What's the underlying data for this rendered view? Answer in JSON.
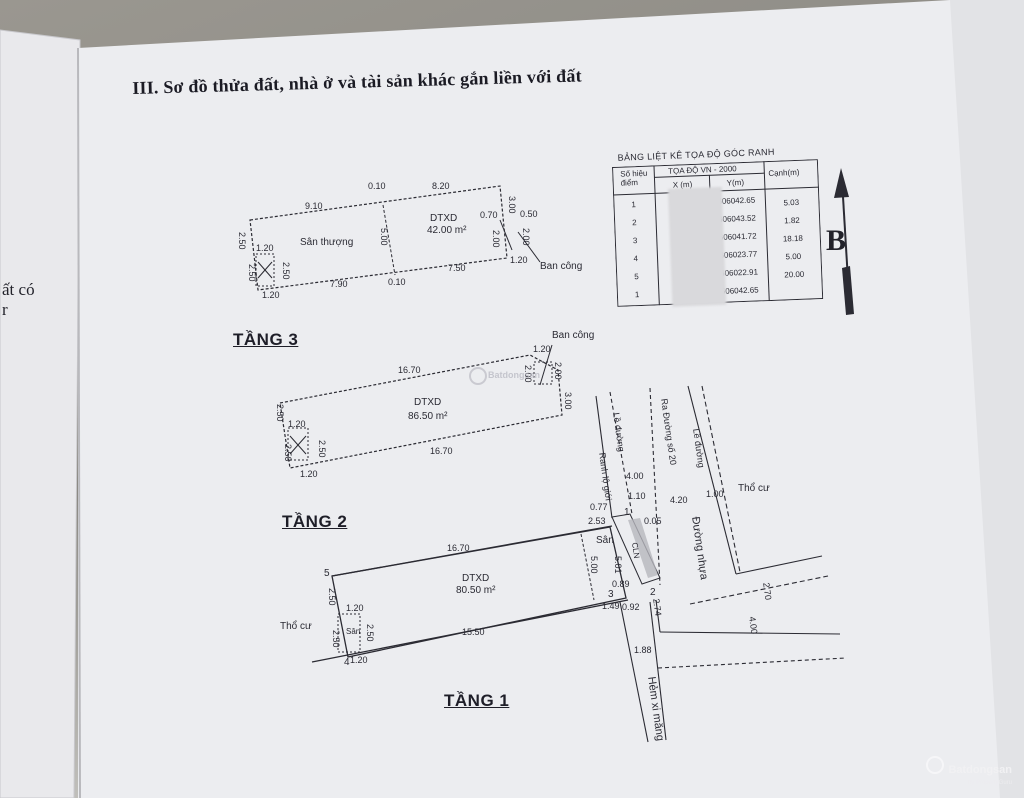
{
  "document": {
    "section_title": "III. Sơ đồ thửa đất, nhà ở và tài sản khác gắn liền với đất",
    "left_page_fragment": [
      "ất có",
      "r"
    ]
  },
  "floor3": {
    "title": "TẦNG 3",
    "area_label": "DTXD",
    "area_value": "42.00 m²",
    "room_label": "Sân thượng",
    "balcony_label": "Ban công",
    "dims": [
      "9.10",
      "0.10",
      "8.20",
      "3.00",
      "0.70",
      "0.50",
      "5.00",
      "2.00",
      "2.00",
      "1.20",
      "7.90",
      "0.10",
      "7.50",
      "2.50",
      "1.20",
      "2.50",
      "2.50",
      "1.20"
    ]
  },
  "floor2": {
    "title": "TẦNG 2",
    "area_label": "DTXD",
    "area_value": "86.50 m²",
    "balcony_label": "Ban công",
    "dims": [
      "16.70",
      "1.20",
      "2.00",
      "2.00",
      "3.00",
      "2.50",
      "1.20",
      "2.50",
      "2.50",
      "16.70",
      "1.20"
    ]
  },
  "floor1": {
    "title": "TẦNG 1",
    "area_label": "DTXD",
    "area_value": "80.50 m²",
    "yard_label": "Sân",
    "small_yard_label": "Sân",
    "stair_label": "CLN",
    "neighbor_left": "Thổ cư",
    "neighbor_right": "Thổ cư",
    "points": [
      "1",
      "2",
      "3",
      "4",
      "5"
    ],
    "dims": [
      "16.70",
      "15.50",
      "2.50",
      "1.20",
      "2.50",
      "2.50",
      "1.20",
      "5.00",
      "5.01",
      "2.53",
      "0.77",
      "0.05",
      "0.89",
      "1.49",
      "0.92",
      "2.74",
      "1.88",
      "4.00",
      "1.10",
      "4.20",
      "1.00",
      "2.70",
      "4.00"
    ],
    "road_labels": {
      "road_edge_left": "Lề đường",
      "setback": "Ranh lộ giới",
      "to_road": "Ra Đường số 20",
      "road_edge_right": "Lề đường",
      "asphalt": "Đường nhựa",
      "alley": "Hẻm xi măng"
    }
  },
  "coord_table": {
    "title": "BẢNG LIỆT KÊ TỌA ĐỘ GÓC RANH",
    "system": "TỌA ĐỘ VN - 2000",
    "col_point": "Số hiệu điểm",
    "col_x": "X (m)",
    "col_y": "Y(m)",
    "col_edge": "Cạnh(m)",
    "rows": [
      {
        "point": "1",
        "y": "606042.65",
        "edge": "5.03"
      },
      {
        "point": "2",
        "y": "606043.52",
        "edge": "1.82"
      },
      {
        "point": "3",
        "y": "606041.72",
        "edge": "18.18"
      },
      {
        "point": "4",
        "y": "606023.77",
        "edge": "5.00"
      },
      {
        "point": "5",
        "y": "606022.91",
        "edge": "20.00"
      },
      {
        "point": "1",
        "y": "606042.65",
        "edge": ""
      }
    ]
  },
  "north_arrow": {
    "label": "B"
  },
  "watermark": {
    "brand": "Batdongsan",
    "sub": "by PropertyGuru"
  }
}
